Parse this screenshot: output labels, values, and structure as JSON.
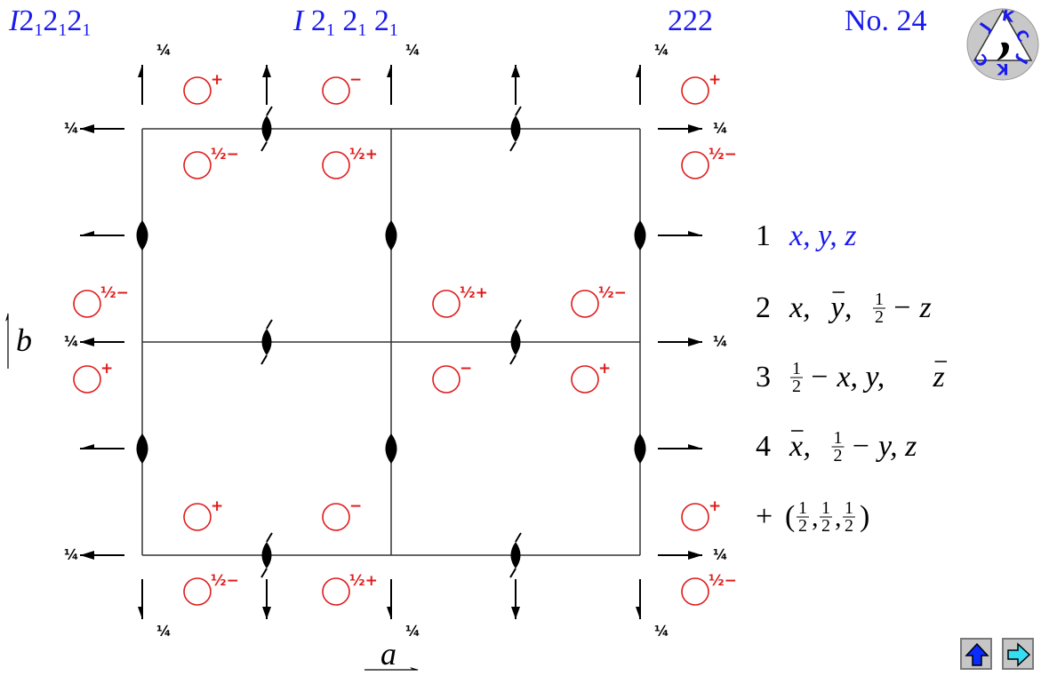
{
  "header": {
    "hm_letter": "I",
    "hm_sub": "1",
    "full_symbol_digit": "2",
    "point_group": "222",
    "number": "No. 24"
  },
  "axes": {
    "a": "a",
    "b": "b"
  },
  "quarter": "¼",
  "signs": {
    "plus": "+",
    "minus": "−",
    "half": "½"
  },
  "positions": [
    {
      "index": "1",
      "parts": [
        {
          "t": "x, y, z",
          "color": "#1a1aee",
          "italic": true
        }
      ]
    },
    {
      "index": "2",
      "parts": [
        {
          "t": "x, "
        },
        {
          "t": "y",
          "bar": true
        },
        {
          "t": ", "
        },
        {
          "frac": true
        },
        {
          "t": " − z"
        }
      ]
    },
    {
      "index": "3",
      "parts": [
        {
          "frac": true
        },
        {
          "t": " − x, y, "
        },
        {
          "t": "z",
          "bar": true
        }
      ]
    },
    {
      "index": "4",
      "parts": [
        {
          "t": "x",
          "bar": true
        },
        {
          "t": ", "
        },
        {
          "frac": true
        },
        {
          "t": " − y, z"
        }
      ]
    }
  ],
  "centering": {
    "plus": "+",
    "open": "(",
    "frac_num": "1",
    "frac_den": "2",
    "close": ")"
  },
  "logo": {
    "letters": [
      "J",
      "K",
      "C"
    ],
    "color": "#1a1aee"
  },
  "nav": {
    "up": "up-arrow-icon",
    "next": "right-arrow-icon",
    "fill_up": "#0a2cff",
    "fill_next": "#33ddf2"
  },
  "colors": {
    "header": "#1a1aee",
    "site": "#e01a1a",
    "symbol": "#000000"
  }
}
